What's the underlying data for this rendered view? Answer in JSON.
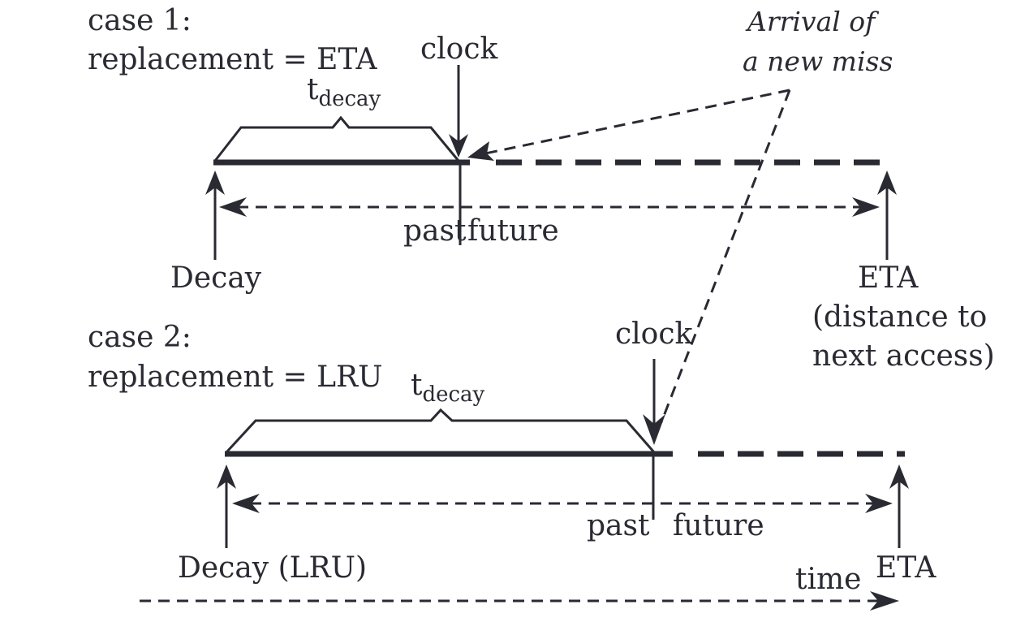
{
  "case1": {
    "heading": "case 1:",
    "policy": "replacement = ETA",
    "clock": "clock",
    "t_main": "t",
    "t_sub": "decay",
    "past": "past",
    "future": "future",
    "decay": "Decay",
    "eta": "ETA",
    "eta_note_line1": "(distance to",
    "eta_note_line2": "next access)"
  },
  "case2": {
    "heading": "case 2:",
    "policy": "replacement = LRU",
    "clock": "clock",
    "t_main": "t",
    "t_sub": "decay",
    "past": "past",
    "future": "future",
    "decay": "Decay (LRU)",
    "eta": "ETA"
  },
  "arrival_line1": "Arrival of",
  "arrival_line2": "a new miss",
  "time": "time",
  "colors": {
    "ink": "#2a2a33",
    "background": "#ffffff"
  }
}
